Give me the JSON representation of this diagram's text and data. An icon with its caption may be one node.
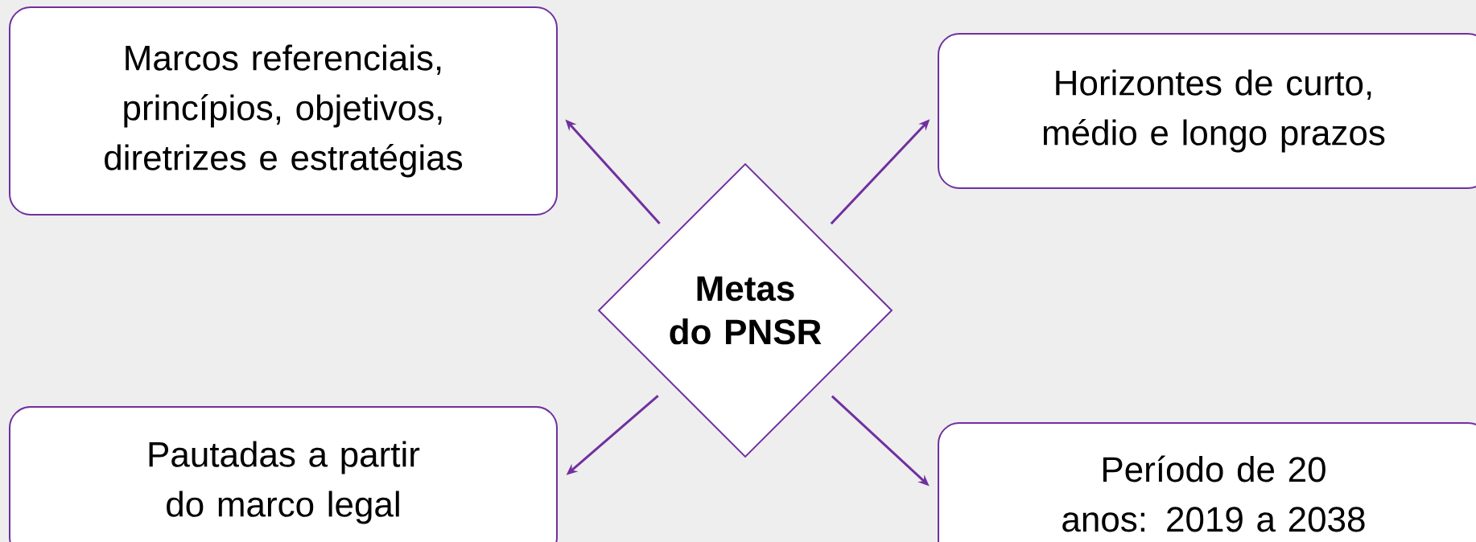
{
  "diagram": {
    "nodes": [
      {
        "text": [
          "Marcos referenciais, princípios, objetivos, diretrizes e estratégias"
        ]
      },
      {
        "text": [
          "Horizontes de curto, médio e longo prazos"
        ]
      },
      {
        "text": [
          "Metas do PNSR"
        ]
      },
      {
        "text": [
          "Pautadas a partir do marco legal"
        ]
      },
      {
        "text": [
          "Período de 20 anos: 2019 a 2038"
        ]
      }
    ],
    "edges": [
      {
        "from": 2,
        "to": 0,
        "arrow": "to"
      },
      {
        "from": 2,
        "to": 1,
        "arrow": "to"
      },
      {
        "from": 2,
        "to": 3,
        "arrow": "to"
      },
      {
        "from": 2,
        "to": 4,
        "arrow": "to"
      }
    ]
  }
}
